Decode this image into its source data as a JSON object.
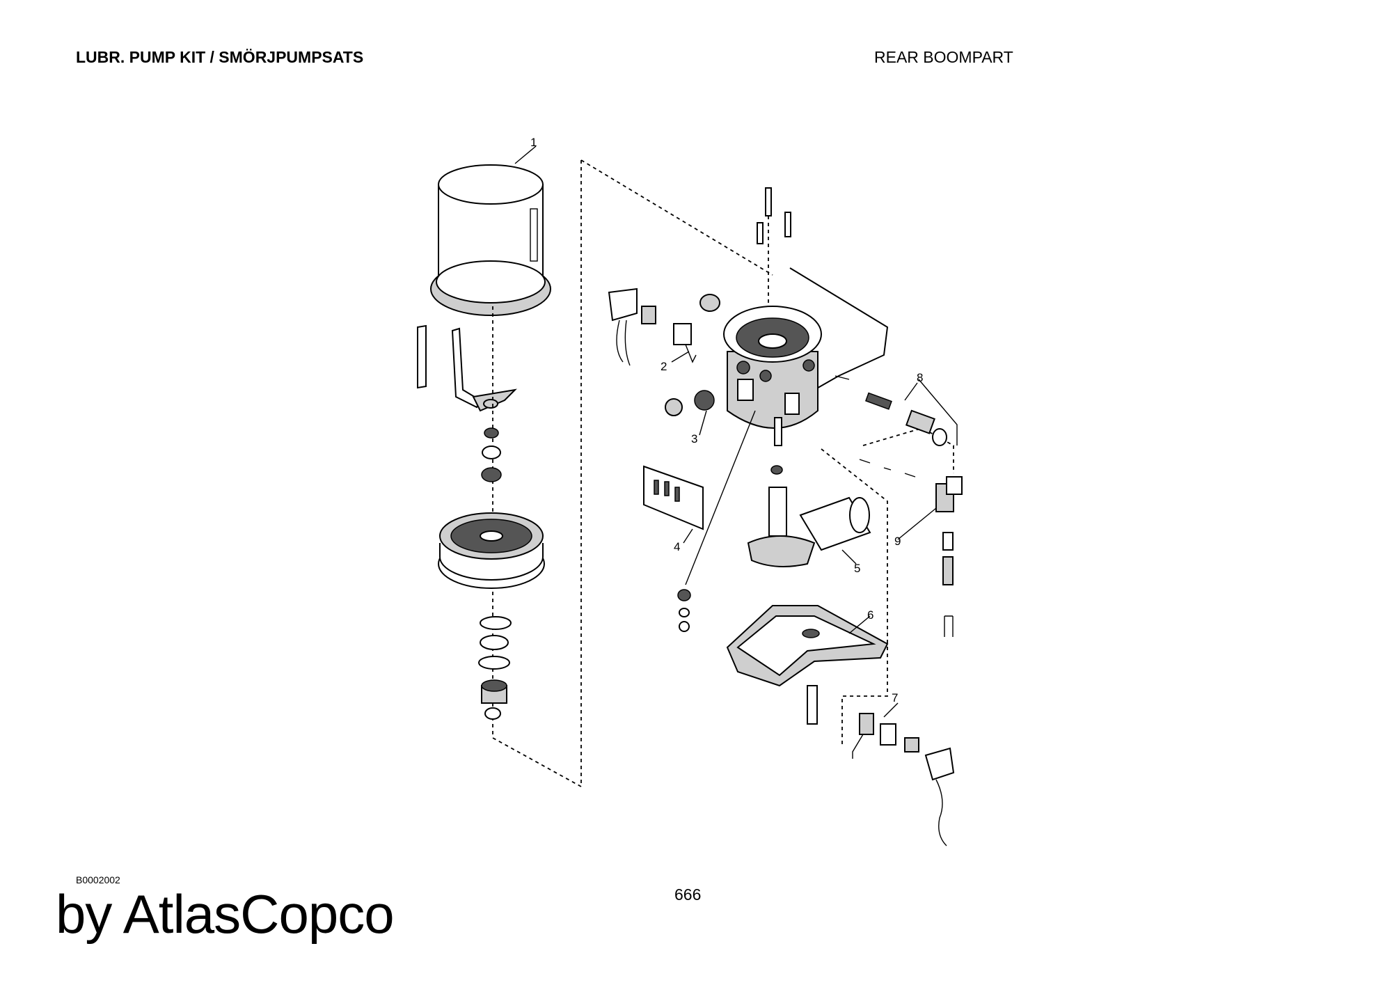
{
  "header": {
    "title": "LUBR. PUMP KIT / SMÖRJPUMPSATS",
    "section": "REAR BOOMPART"
  },
  "footer": {
    "drawing_code": "B0002002",
    "page_number": "666",
    "brand": "by AtlasCopco"
  },
  "diagram": {
    "callouts": [
      "1",
      "2",
      "3",
      "4",
      "5",
      "6",
      "7",
      "8",
      "9"
    ]
  }
}
